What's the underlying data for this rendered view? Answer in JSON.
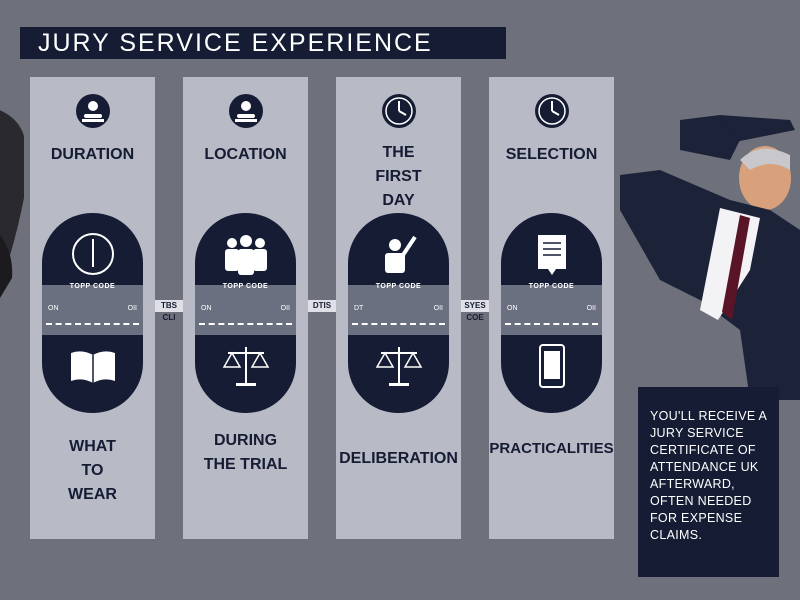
{
  "title": "JURY SERVICE EXPERIENCE",
  "columns": [
    {
      "top_label": "DURATION",
      "bottom_label": "WHAT TO WEAR",
      "top_icon": "judge-icon",
      "panel_top_icon": "clock-icon",
      "panel_bottom_icon": "open-book-icon",
      "panel_code": "TOPP CODE",
      "panel_on": "ON",
      "panel_off": "OII"
    },
    {
      "top_label": "LOCATION",
      "bottom_label": "DURING THE TRIAL",
      "top_icon": "judge-icon",
      "panel_top_icon": "group-people-icon",
      "panel_bottom_icon": "scales-icon",
      "panel_code": "TOPP CODE",
      "panel_on": "ON",
      "panel_off": "OII"
    },
    {
      "top_label": "THE FIRST DAY",
      "bottom_label": "DELIBERATION",
      "top_icon": "clock-icon",
      "panel_top_icon": "raised-hand-person-icon",
      "panel_bottom_icon": "scales-icon",
      "panel_code": "TOPP CODE",
      "panel_on": "DT",
      "panel_off": "OII"
    },
    {
      "top_label": "SELECTION",
      "bottom_label": "PRACTICALITIES",
      "top_icon": "clock-icon",
      "panel_top_icon": "document-icon",
      "panel_bottom_icon": "tablet-icon",
      "panel_code": "TOPP CODE",
      "panel_on": "ON",
      "panel_off": "OII"
    }
  ],
  "connectors": [
    "TBS CLI",
    "DTIS",
    "SYES COE"
  ],
  "info_box": "YOU'LL RECEIVE A JURY SERVICE CERTIFICATE OF ATTENDANCE UK AFTERWARD, OFTEN NEEDED FOR EXPENSE CLAIMS.",
  "colors": {
    "background": "#6e707b",
    "navy": "#151c33",
    "column": "#b8bac6"
  }
}
